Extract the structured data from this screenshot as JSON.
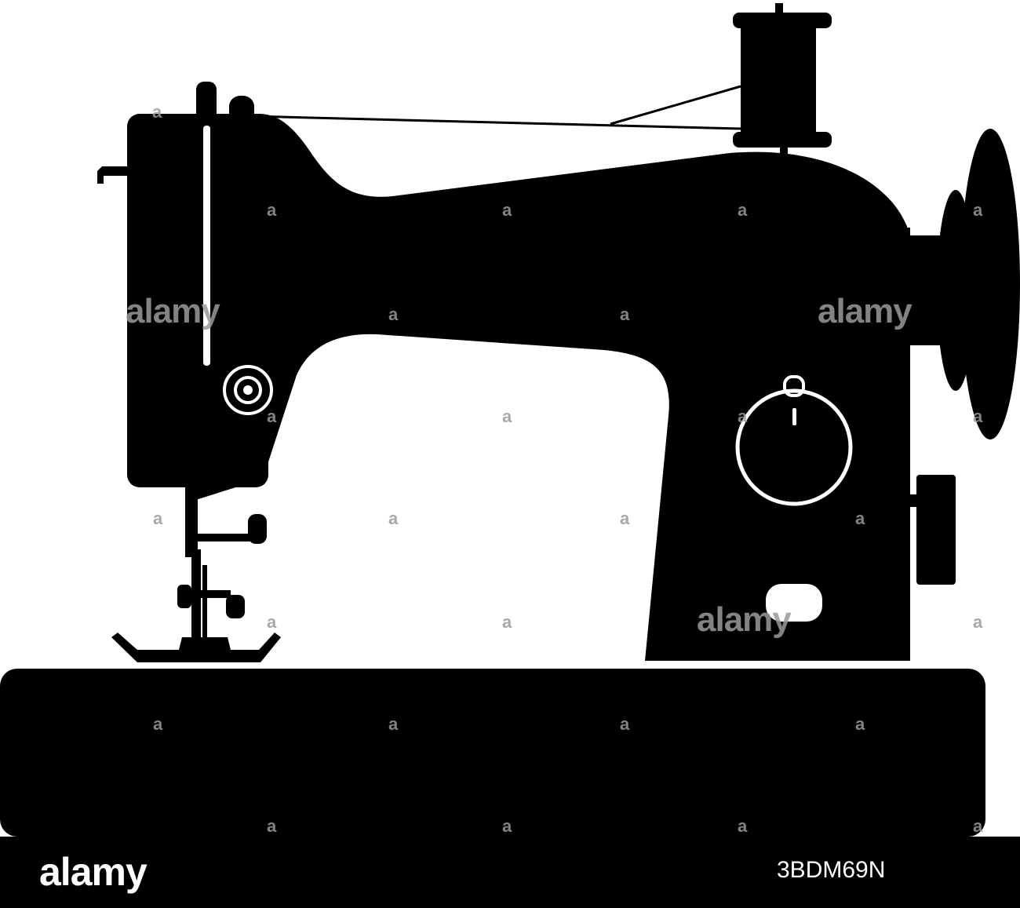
{
  "image": {
    "subject": "sewing-machine-silhouette",
    "colors": {
      "silhouette": "#000000",
      "background": "#ffffff",
      "watermark": "#9a9a9a",
      "footer_bg": "#000000",
      "footer_text": "#ffffff"
    }
  },
  "watermark": {
    "text": "alamy",
    "mark": "a"
  },
  "footer": {
    "logo": "alamy",
    "image_id": "3BDM69N"
  }
}
